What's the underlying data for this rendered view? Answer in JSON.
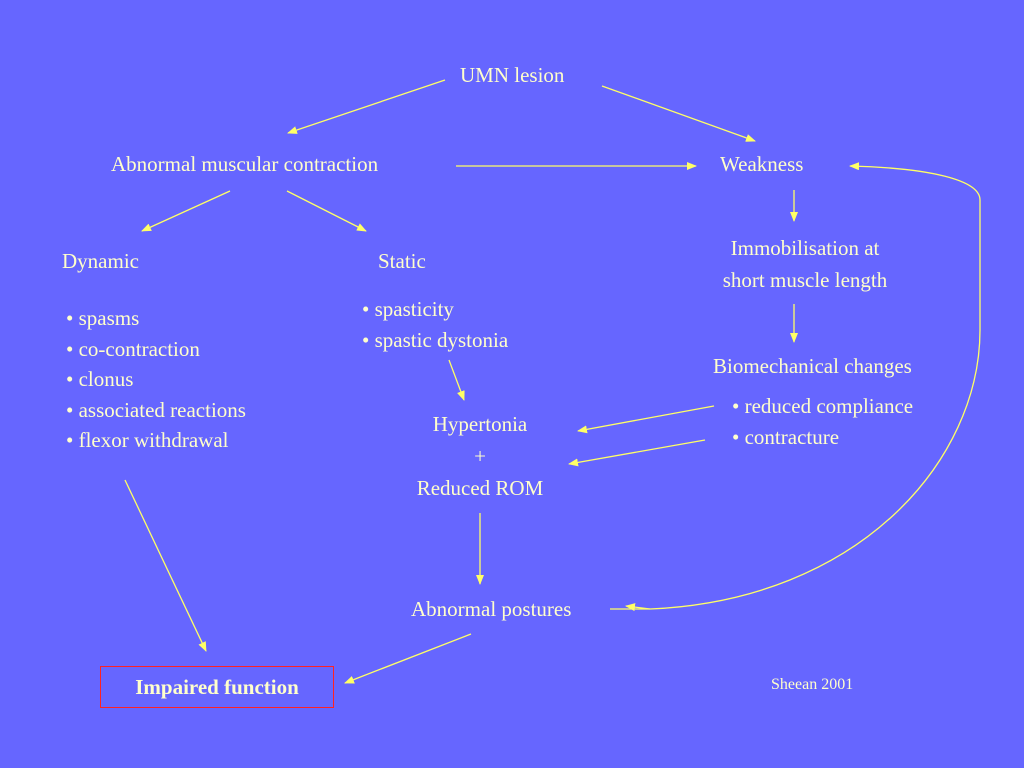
{
  "nodes": {
    "umn_lesion": "UMN lesion",
    "abnormal_contraction": "Abnormal muscular contraction",
    "weakness": "Weakness",
    "dynamic": "Dynamic",
    "static": "Static",
    "immobilisation_line1": "Immobilisation at",
    "immobilisation_line2": "short muscle length",
    "biomechanical": "Biomechanical changes",
    "hypertonia": "Hypertonia",
    "plus": "+",
    "reduced_rom": "Reduced ROM",
    "abnormal_postures": "Abnormal postures",
    "impaired_function": "Impaired function"
  },
  "lists": {
    "dynamic_items": [
      "spasms",
      "co-contraction",
      "clonus",
      "associated reactions",
      "flexor withdrawal"
    ],
    "static_items": [
      "spasticity",
      "spastic dystonia"
    ],
    "biomechanical_items": [
      "reduced compliance",
      "contracture"
    ]
  },
  "citation": "Sheean 2001",
  "colors": {
    "background": "#6666ff",
    "text": "#ffffcc",
    "arrow": "#ffff66",
    "box_border": "#ff2222"
  }
}
